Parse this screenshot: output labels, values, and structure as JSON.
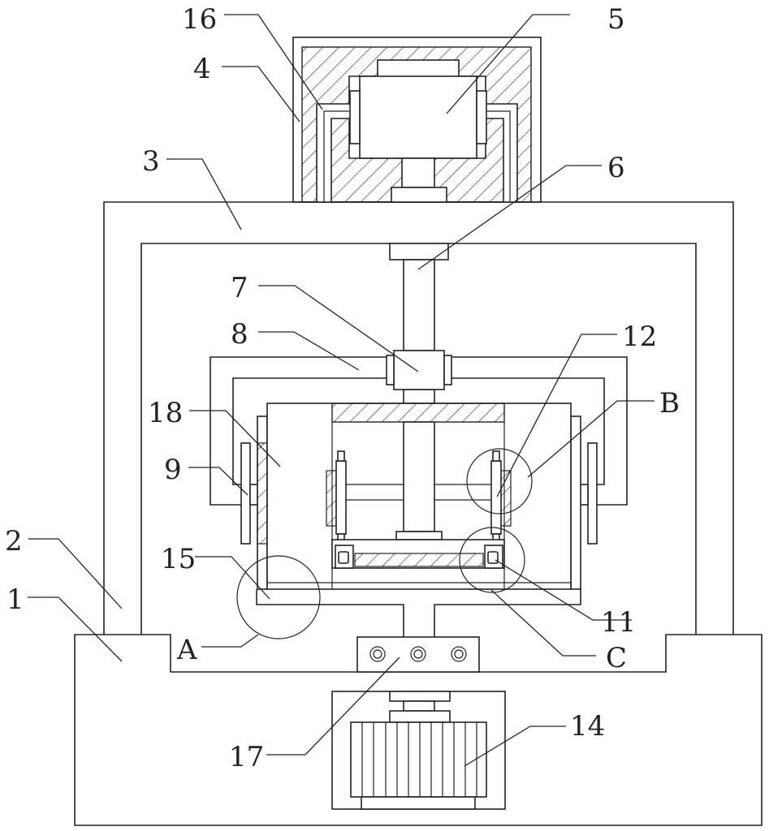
{
  "labels": {
    "l1": "1",
    "l2": "2",
    "l3": "3",
    "l4": "4",
    "l5": "5",
    "l6": "6",
    "l7": "7",
    "l8": "8",
    "l9": "9",
    "l11": "11",
    "l12": "12",
    "l14": "14",
    "l15": "15",
    "l16": "16",
    "l17": "17",
    "l18": "18",
    "lA": "A",
    "lB": "B",
    "lC": "C"
  },
  "style": {
    "line_color": "#222222",
    "background": "#ffffff"
  }
}
